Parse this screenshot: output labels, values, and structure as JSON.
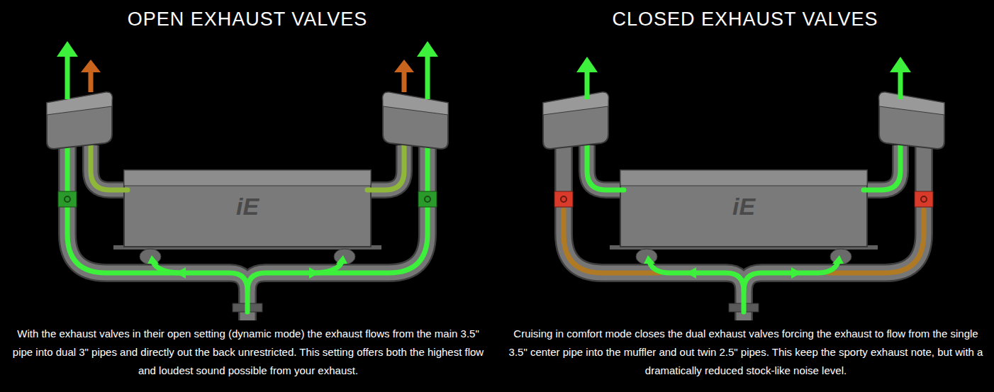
{
  "diagram": {
    "labels": [
      "OPEN EXHAUST VALVES",
      "iE",
      "With the exhaust valves in their open setting (dynamic mode) the exhaust flows from the main 3.5\" pipe into dual 3\" pipes and directly out the back unrestricted. This setting offers both the highest flow and loudest sound possible from your exhaust.",
      "CLOSED EXHAUST VALVES",
      "iE",
      "Cruising in comfort mode closes the dual exhaust valves forcing the exhaust to flow from the single 3.5\" center pipe into the muffler and out twin 2.5\" pipes. This keep the sporty exhaust note, but with a dramatically reduced stock-like noise level."
    ]
  }
}
